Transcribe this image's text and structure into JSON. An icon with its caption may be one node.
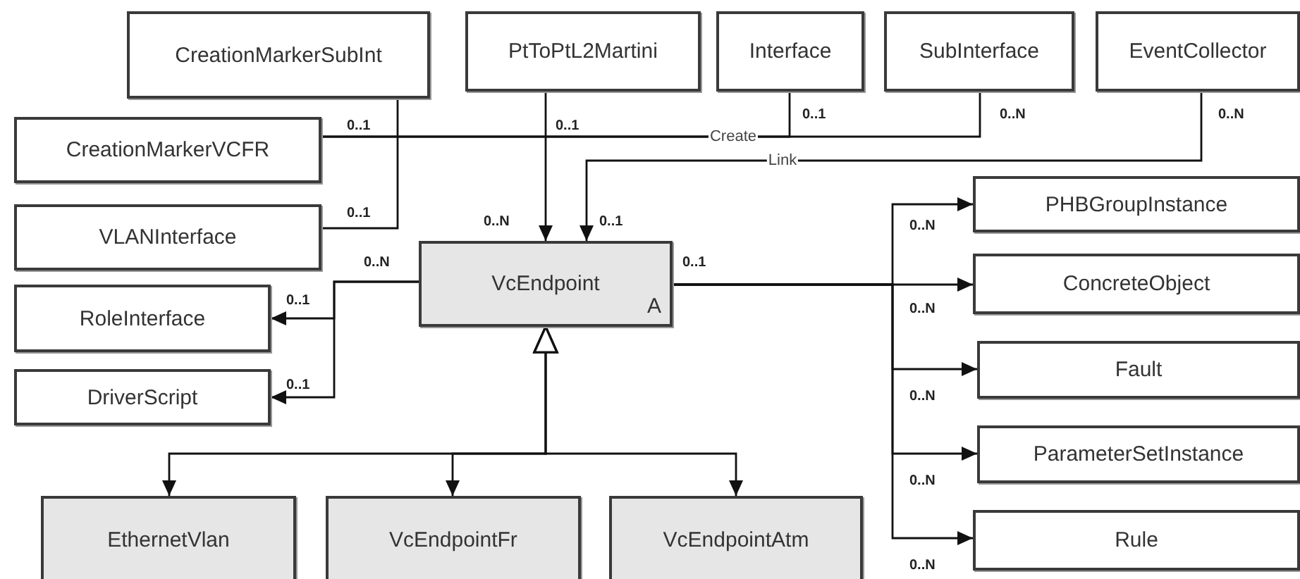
{
  "diagram": {
    "nodes": [
      {
        "text": [
          "CreationMarkerSubInt"
        ]
      },
      {
        "text": [
          "PtToPtL2Martini"
        ]
      },
      {
        "text": [
          "Interface"
        ]
      },
      {
        "text": [
          "SubInterface"
        ]
      },
      {
        "text": [
          "EventCollector"
        ]
      },
      {
        "text": [
          "CreationMarkerVCFR"
        ]
      },
      {
        "text": [
          "VLANInterface"
        ]
      },
      {
        "text": [
          "PHBGroupInstance"
        ]
      },
      {
        "text": [
          "VcEndpoint",
          "A"
        ]
      },
      {
        "text": [
          "ConcreteObject"
        ]
      },
      {
        "text": [
          "RoleInterface"
        ]
      },
      {
        "text": [
          "Fault"
        ]
      },
      {
        "text": [
          "DriverScript"
        ]
      },
      {
        "text": [
          "ParameterSetInstance"
        ]
      },
      {
        "text": [
          "EthernetVlan"
        ]
      },
      {
        "text": [
          "VcEndpointFr"
        ]
      },
      {
        "text": [
          "VcEndpointAtm"
        ]
      },
      {
        "text": [
          "Rule"
        ]
      }
    ],
    "edges": [
      {
        "from": 1,
        "to": 8,
        "arrow": "to"
      },
      {
        "from": 5,
        "to": 2,
        "arrow": "none",
        "label": "Create"
      },
      {
        "from": 5,
        "to": 3,
        "arrow": "none"
      },
      {
        "from": 0,
        "to": 6,
        "arrow": "none"
      },
      {
        "from": 4,
        "to": 8,
        "arrow": "to",
        "label": "Link"
      },
      {
        "from": 8,
        "to": 10,
        "arrow": "to"
      },
      {
        "from": 8,
        "to": 12,
        "arrow": "to"
      },
      {
        "from": 8,
        "to": 7,
        "arrow": "to"
      },
      {
        "from": 8,
        "to": 9,
        "arrow": "to"
      },
      {
        "from": 8,
        "to": 11,
        "arrow": "to"
      },
      {
        "from": 8,
        "to": 13,
        "arrow": "to"
      },
      {
        "from": 8,
        "to": 17,
        "arrow": "to"
      },
      {
        "from": 14,
        "to": 8,
        "arrow": "both"
      },
      {
        "from": 15,
        "to": 8,
        "arrow": "both"
      },
      {
        "from": 16,
        "to": 8,
        "arrow": "both"
      }
    ],
    "labels": [
      "0..1",
      "0..N",
      "0..N",
      "0..1",
      "0..1",
      "0..1",
      "0..N",
      "0..1",
      "0..N",
      "0..N",
      "0..1",
      "0..1",
      "0..N",
      "0..1",
      "0..N",
      "0..N",
      "0..N"
    ]
  }
}
